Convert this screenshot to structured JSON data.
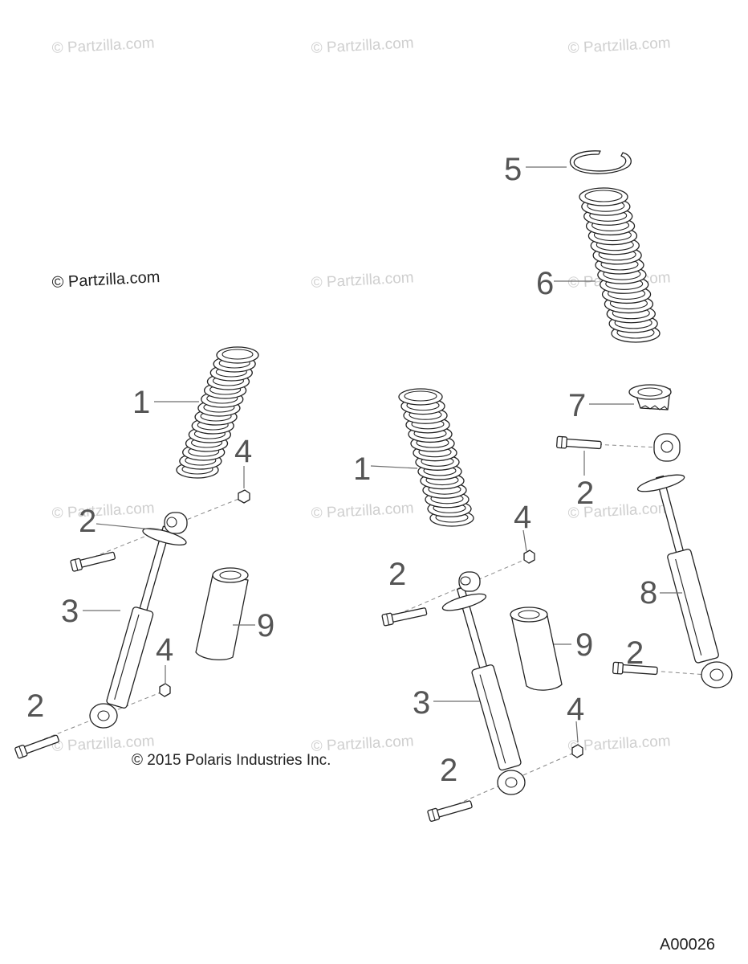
{
  "watermark_text": "© Partzilla.com",
  "copyright": "© 2015 Polaris Industries Inc.",
  "figure_id": "A00026",
  "callouts": [
    "1",
    "2",
    "3",
    "4",
    "5",
    "6",
    "7",
    "8",
    "9"
  ],
  "colors": {
    "line": "#222222",
    "callout": "#555555",
    "watermark": "#cfcfcf"
  }
}
